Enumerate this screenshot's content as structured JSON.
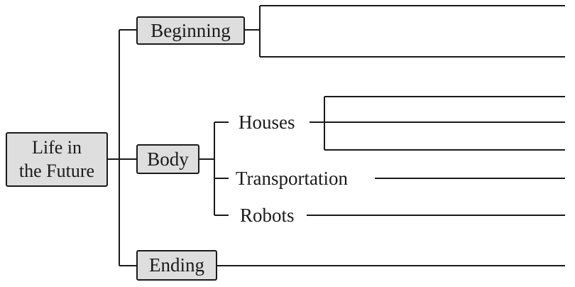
{
  "root": {
    "line1": "Life in",
    "line2": "the Future"
  },
  "sections": {
    "beginning": "Beginning",
    "body": "Body",
    "ending": "Ending"
  },
  "body_items": {
    "houses": "Houses",
    "transportation": "Transportation",
    "robots": "Robots"
  },
  "colors": {
    "box_fill": "#dedede",
    "line": "#1a1a1a"
  }
}
